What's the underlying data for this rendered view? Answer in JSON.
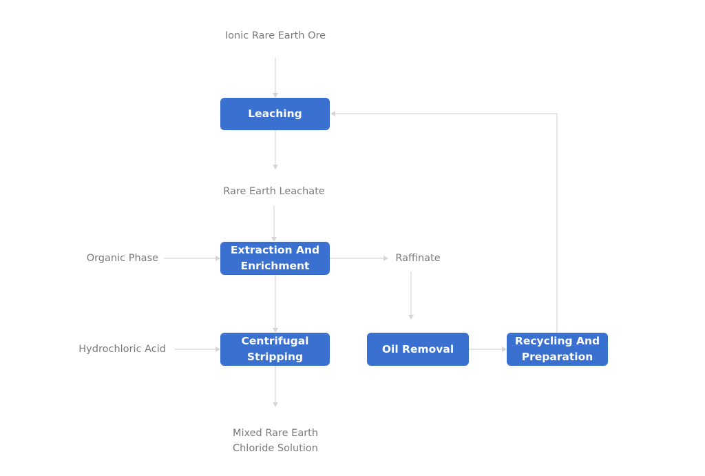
{
  "nodes": {
    "ionic_ore": "Ionic Rare Earth Ore",
    "leaching": "Leaching",
    "leachate": "Rare Earth Leachate",
    "organic_phase": "Organic Phase",
    "extraction": "Extraction And Enrichment",
    "raffinate": "Raffinate",
    "hydrochloric_acid": "Hydrochloric Acid",
    "stripping": "Centrifugal Stripping",
    "oil_removal": "Oil Removal",
    "recycling": "Recycling And Preparation",
    "mixed_chloride": "Mixed Rare Earth Chloride Solution"
  },
  "colors": {
    "process_box": "#3a71d1",
    "process_text": "#ffffff",
    "label_text": "#7a7a7a",
    "connector": "#d6d6d6"
  }
}
